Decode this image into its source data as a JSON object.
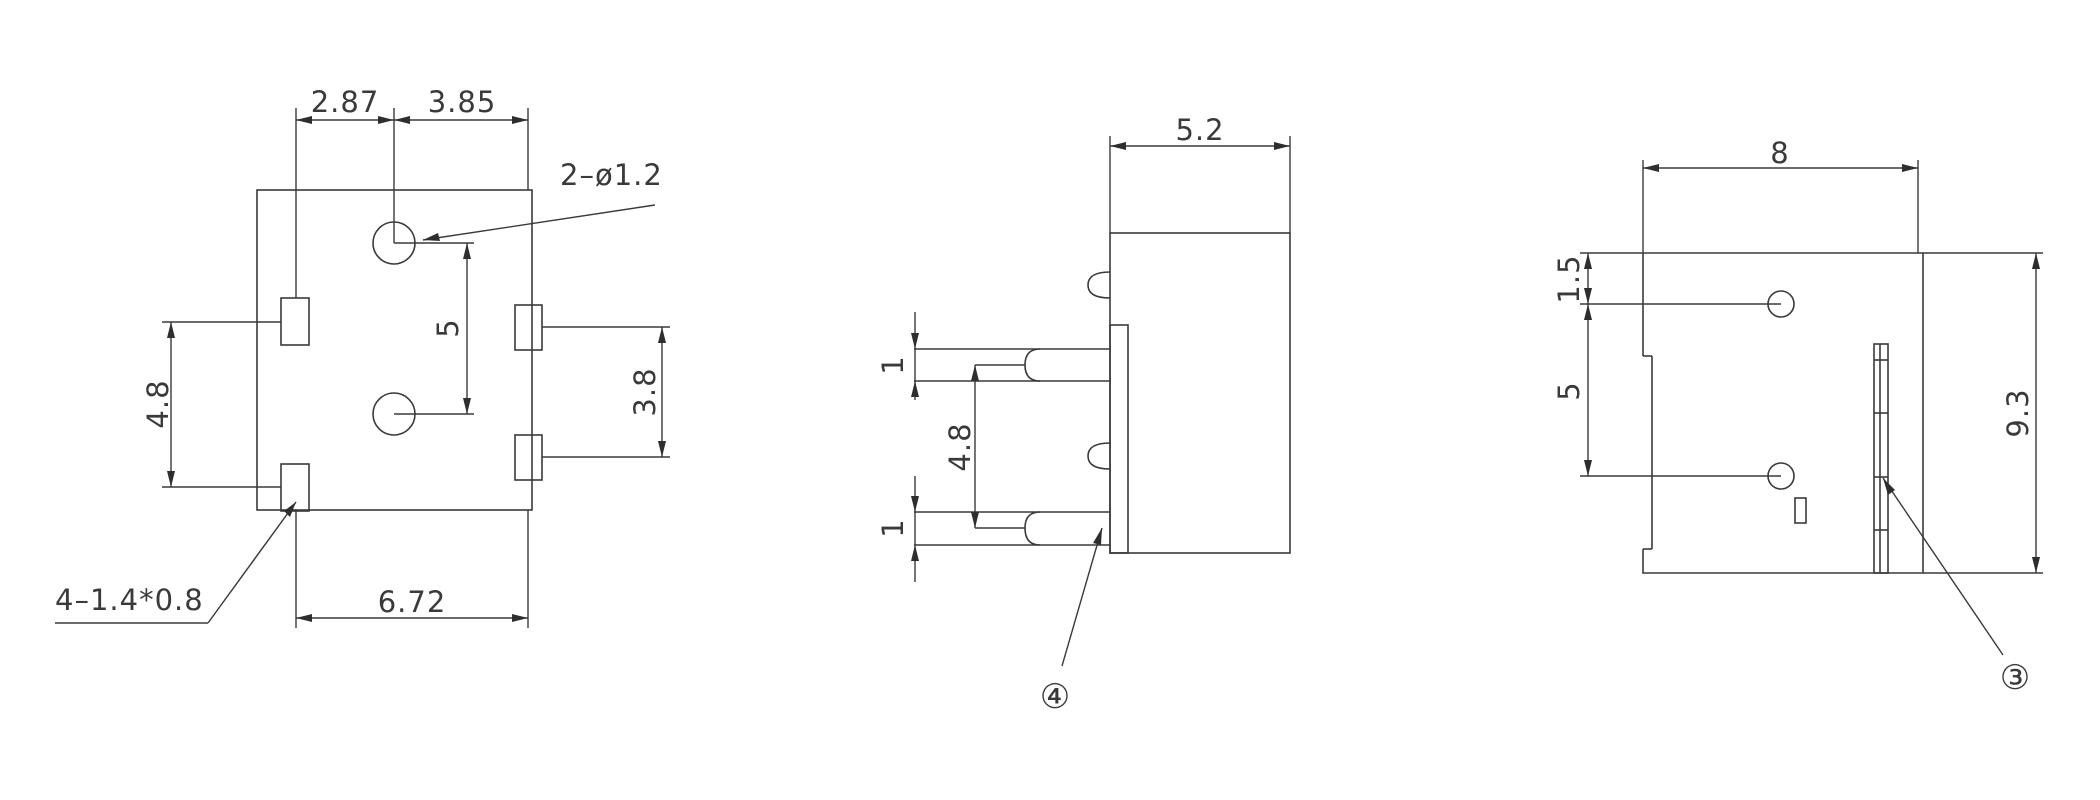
{
  "views": {
    "bottom": {
      "dim_pad_to_hole": "2.87",
      "dim_hole_to_edge": "3.85",
      "hole_note": "2–ø1.2",
      "dim_hole_spacing": "5",
      "dim_left_pad_spacing": "4.8",
      "dim_right_pad_spacing": "3.8",
      "pad_note": "4–1.4*0.8",
      "dim_bottom_width": "6.72"
    },
    "side": {
      "dim_depth": "5.2",
      "dim_lead_upper": "1",
      "dim_lead_spacing": "4.8",
      "dim_lead_lower": "1",
      "callout": "④"
    },
    "front": {
      "dim_width": "8",
      "dim_top_offset": "1.5",
      "dim_hole_spacing": "5",
      "dim_height": "9.3",
      "callout": "③"
    }
  }
}
